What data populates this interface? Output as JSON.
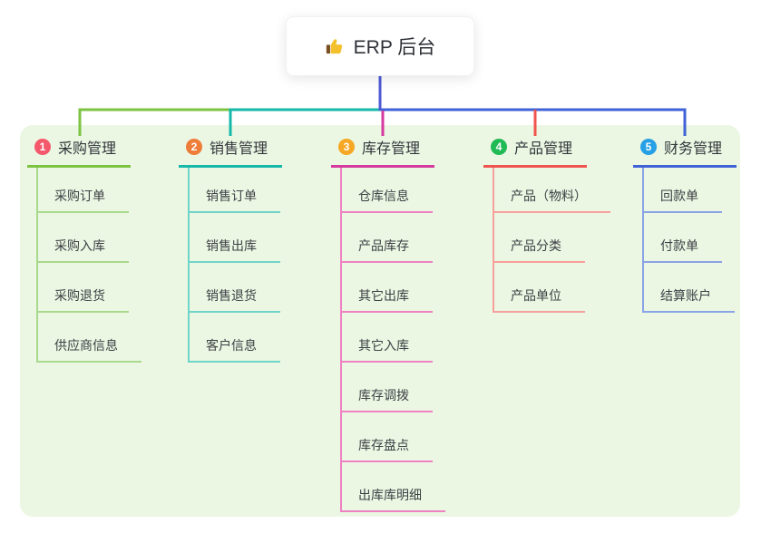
{
  "root": {
    "title": "ERP 后台",
    "icon": "thumbs-up-icon",
    "icon_colors": {
      "hand": "#f5c02e",
      "cuff": "#7a4f21"
    }
  },
  "colors": {
    "page_bg": "#ffffff",
    "board_bg": "#ebf7e3",
    "root_card_bg": "#ffffff",
    "root_line": "#4d5ad4"
  },
  "branches": [
    {
      "index": "1",
      "label": "采购管理",
      "badge_color": "#f4586b",
      "line_color": "#7cc342",
      "child_line_color": "#a9d98c",
      "children": [
        "采购订单",
        "采购入库",
        "采购退货",
        "供应商信息"
      ]
    },
    {
      "index": "2",
      "label": "销售管理",
      "badge_color": "#ef7d3a",
      "line_color": "#16b8aa",
      "child_line_color": "#6fd4c9",
      "children": [
        "销售订单",
        "销售出库",
        "销售退货",
        "客户信息"
      ]
    },
    {
      "index": "3",
      "label": "库存管理",
      "badge_color": "#f6a723",
      "line_color": "#d6399f",
      "child_line_color": "#ee82c3",
      "children": [
        "仓库信息",
        "产品库存",
        "其它出库",
        "其它入库",
        "库存调拨",
        "库存盘点",
        "出库库明细"
      ]
    },
    {
      "index": "4",
      "label": "产品管理",
      "badge_color": "#22ba55",
      "line_color": "#f0544f",
      "child_line_color": "#f7a09c",
      "children": [
        "产品（物料）",
        "产品分类",
        "产品单位"
      ]
    },
    {
      "index": "5",
      "label": "财务管理",
      "badge_color": "#27a0e5",
      "line_color": "#3f62d6",
      "child_line_color": "#8aa3e6",
      "children": [
        "回款单",
        "付款单",
        "结算账户"
      ]
    }
  ]
}
